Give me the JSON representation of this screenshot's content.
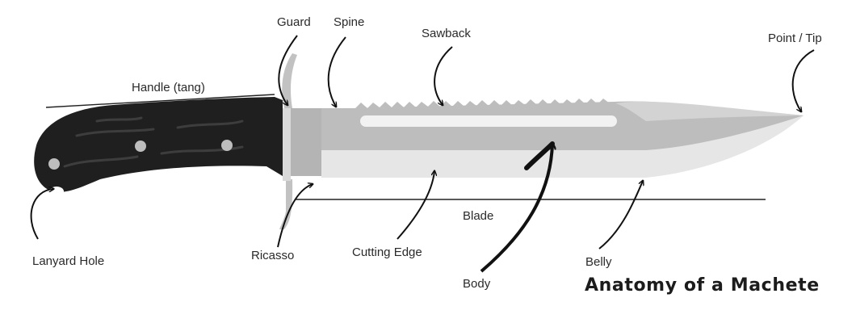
{
  "title": "Anatomy of a Machete",
  "labels": {
    "guard": "Guard",
    "spine": "Spine",
    "sawback": "Sawback",
    "point": "Point / Tip",
    "handle": "Handle (tang)",
    "blade": "Blade",
    "lanyard": "Lanyard Hole",
    "ricasso": "Ricasso",
    "cutting_edge": "Cutting Edge",
    "body": "Body",
    "belly": "Belly"
  },
  "colors": {
    "handle": "#1f1f1f",
    "blade": "#bdbdbd",
    "edge": "#e6e6e6",
    "guard": "#c2c2c2",
    "ink": "#111111"
  }
}
